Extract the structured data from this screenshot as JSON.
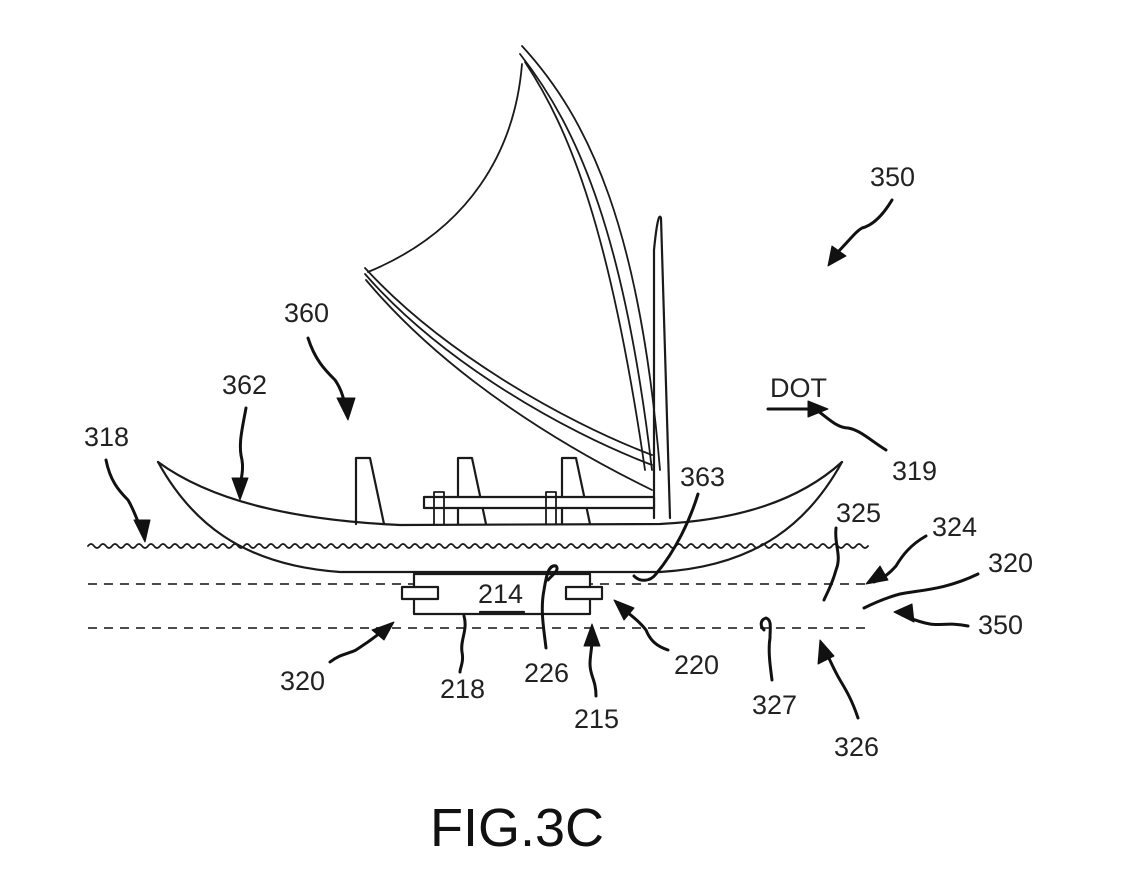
{
  "figure": {
    "caption": "FIG.3C",
    "direction_label": "DOT",
    "labels": {
      "r350_top": "350",
      "r360": "360",
      "r362": "362",
      "r318": "318",
      "r319": "319",
      "r363": "363",
      "r325": "325",
      "r324": "324",
      "r320_right": "320",
      "r350_right": "350",
      "r320_left": "320",
      "r218": "218",
      "r226": "226",
      "r215": "215",
      "r220": "220",
      "r327": "327",
      "r326": "326",
      "r214": "214"
    }
  }
}
